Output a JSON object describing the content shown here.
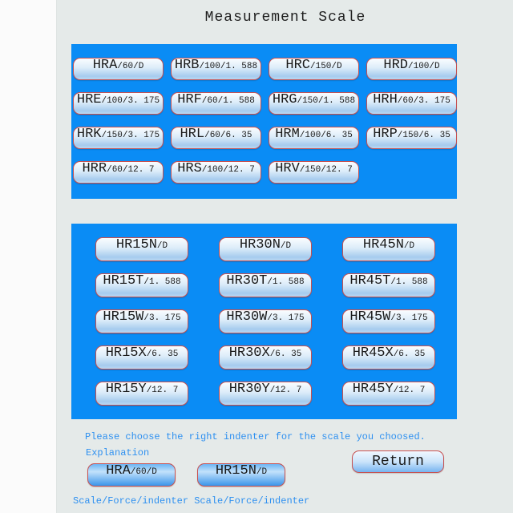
{
  "window": {
    "title": "Measurement Scale"
  },
  "colors": {
    "panel_blue": "#0a8cf5",
    "page_background": "#e5eae9",
    "left_strip": "#fbfbfb",
    "button_border_red": "#c75050",
    "info_text_blue": "#2e90f0",
    "button_text": "#1a1a1a"
  },
  "panel1": {
    "rows": [
      [
        {
          "label": "HRA",
          "detail": "/60/D"
        },
        {
          "label": "HRB",
          "detail": "/100/1. 588"
        },
        {
          "label": "HRC",
          "detail": "/150/D"
        },
        {
          "label": "HRD",
          "detail": "/100/D"
        }
      ],
      [
        {
          "label": "HRE",
          "detail": "/100/3. 175"
        },
        {
          "label": "HRF",
          "detail": "/60/1. 588"
        },
        {
          "label": "HRG",
          "detail": "/150/1. 588"
        },
        {
          "label": "HRH",
          "detail": "/60/3. 175"
        }
      ],
      [
        {
          "label": "HRK",
          "detail": "/150/3. 175"
        },
        {
          "label": "HRL",
          "detail": "/60/6. 35"
        },
        {
          "label": "HRM",
          "detail": "/100/6. 35"
        },
        {
          "label": "HRP",
          "detail": "/150/6. 35"
        }
      ],
      [
        {
          "label": "HRR",
          "detail": "/60/12. 7"
        },
        {
          "label": "HRS",
          "detail": "/100/12. 7"
        },
        {
          "label": "HRV",
          "detail": "/150/12. 7"
        }
      ]
    ]
  },
  "panel2": {
    "rows": [
      [
        {
          "label": "HR15N",
          "detail": "/D"
        },
        {
          "label": "HR30N",
          "detail": "/D"
        },
        {
          "label": "HR45N",
          "detail": "/D"
        }
      ],
      [
        {
          "label": "HR15T",
          "detail": "/1. 588"
        },
        {
          "label": "HR30T",
          "detail": "/1. 588"
        },
        {
          "label": "HR45T",
          "detail": "/1. 588"
        }
      ],
      [
        {
          "label": "HR15W",
          "detail": "/3. 175"
        },
        {
          "label": "HR30W",
          "detail": "/3. 175"
        },
        {
          "label": "HR45W",
          "detail": "/3. 175"
        }
      ],
      [
        {
          "label": "HR15X",
          "detail": "/6. 35"
        },
        {
          "label": "HR30X",
          "detail": "/6. 35"
        },
        {
          "label": "HR45X",
          "detail": "/6. 35"
        }
      ],
      [
        {
          "label": "HR15Y",
          "detail": "/12. 7"
        },
        {
          "label": "HR30Y",
          "detail": "/12. 7"
        },
        {
          "label": "HR45Y",
          "detail": "/12. 7"
        }
      ]
    ]
  },
  "footer": {
    "instruction": "Please choose the right indenter for the scale you choosed.",
    "explanation_label": "Explanation",
    "example_buttons": [
      {
        "label": "HRA",
        "detail": "/60/D"
      },
      {
        "label": "HR15N",
        "detail": "/D"
      }
    ],
    "return_label": "Return",
    "caption": "Scale/Force/indenter Scale/Force/indenter"
  }
}
